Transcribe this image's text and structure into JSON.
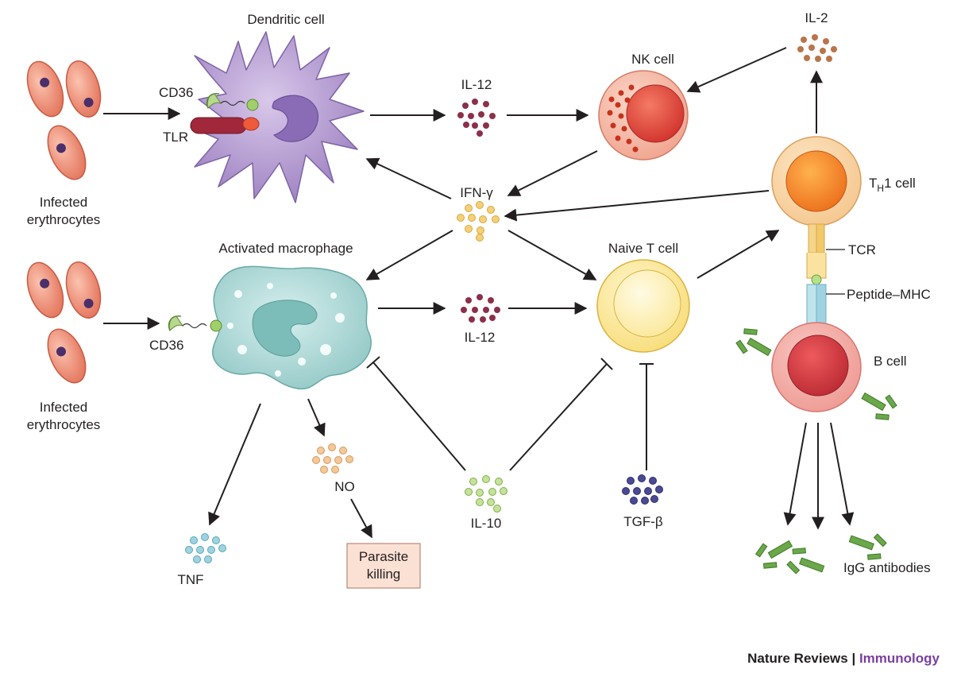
{
  "labels": {
    "dendritic_cell": "Dendritic cell",
    "cd36_top": "CD36",
    "tlr": "TLR",
    "infected_top_1": "Infected",
    "infected_top_2": "erythrocytes",
    "il12_top": "IL-12",
    "nk_cell": "NK cell",
    "il2": "IL-2",
    "ifn_gamma": "IFN-γ",
    "th1_T": "T",
    "th1_H": "H",
    "th1_rest": "1 cell",
    "activated_macrophage": "Activated macrophage",
    "naive_t_cell": "Naive T cell",
    "tcr": "TCR",
    "peptide_mhc": "Peptide–MHC",
    "cd36_bottom": "CD36",
    "infected_bottom_1": "Infected",
    "infected_bottom_2": "erythrocytes",
    "il12_bottom": "IL-12",
    "b_cell": "B cell",
    "no": "NO",
    "il10": "IL-10",
    "tgf_beta": "TGF-β",
    "tnf": "TNF",
    "parasite_killing_1": "Parasite",
    "parasite_killing_2": "killing",
    "igg_antibodies": "IgG antibodies"
  },
  "credit": {
    "journal": "Nature Reviews",
    "separator": " | ",
    "section": "Immunology"
  },
  "colors": {
    "erythrocyte": "#e8826a",
    "dendritic": "#a58bc4",
    "macrophage": "#a6d4d2",
    "nk": "#e0483a",
    "th1": "#f08a2a",
    "naive": "#f5d85c",
    "bcell": "#cf3b3f",
    "il12": "#8c2f4a",
    "il2": "#b9744a",
    "ifn": "#f0c45a",
    "il10": "#8cc05a",
    "tgf": "#3f3f86",
    "tnf": "#5fb3c9",
    "no": "#e7a867",
    "antibody": "#5e9a3e",
    "credit_accent": "#7a3fa0"
  }
}
